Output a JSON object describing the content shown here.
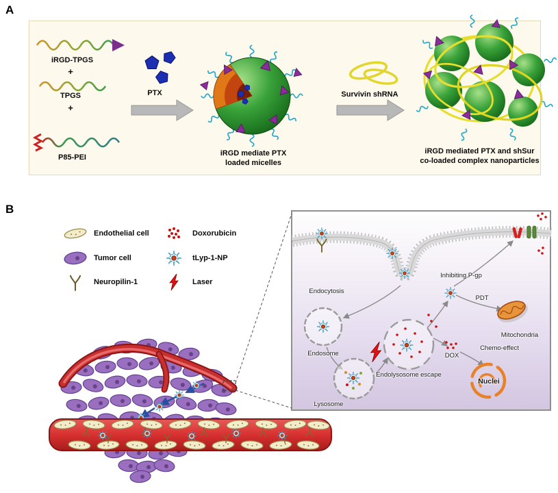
{
  "figure": {
    "panel_a": {
      "label": "A",
      "polymer_labels": [
        "iRGD-TPGS",
        "TPGS",
        "P85-PEI"
      ],
      "plus": "+",
      "ptx_label": "PTX",
      "micelle_caption": [
        "iRGD mediate PTX",
        "loaded micelles"
      ],
      "shrna_label": "Survivin shRNA",
      "complex_caption": [
        "iRGD mediated PTX and shSur",
        "co-loaded complex nanoparticles"
      ]
    },
    "panel_b": {
      "label": "B",
      "legend": [
        {
          "icon": "endothelial-cell-icon",
          "label": "Endothelial cell"
        },
        {
          "icon": "doxorubicin-icon",
          "label": "Doxorubicin"
        },
        {
          "icon": "tumor-cell-icon",
          "label": "Tumor cell"
        },
        {
          "icon": "tlyp-1-np-icon",
          "label": "tLyp-1-NP"
        },
        {
          "icon": "neuropilin-1-icon",
          "label": "Neuropilin-1"
        },
        {
          "icon": "laser-icon",
          "label": "Laser"
        }
      ],
      "inset": {
        "endocytosis": "Endocytosis",
        "endosome": "Endosome",
        "lysosome": "Lysosome",
        "endolysosome_escape": "Endolysosome escape",
        "inhibiting_pgp": "Inhibiting P-gp",
        "pdt": "PDT",
        "mitochondria": "Mitochondria",
        "dox": "DOX",
        "chemo_effect": "Chemo-effect",
        "nuclei": "Nuclei"
      }
    },
    "palette": {
      "micelle_green": "#2e8b2e",
      "ptx_blue": "#1b2fb0",
      "irgd_purple": "#8a2d9a",
      "tpgs_cyan": "#2aa8c8",
      "shrna_yellow": "#e6de2e",
      "vessel_red": "#d83030",
      "tumor_purple": "#9b6fc0",
      "nuclei_orange": "#e8822a",
      "laser_red": "#e01212"
    }
  }
}
